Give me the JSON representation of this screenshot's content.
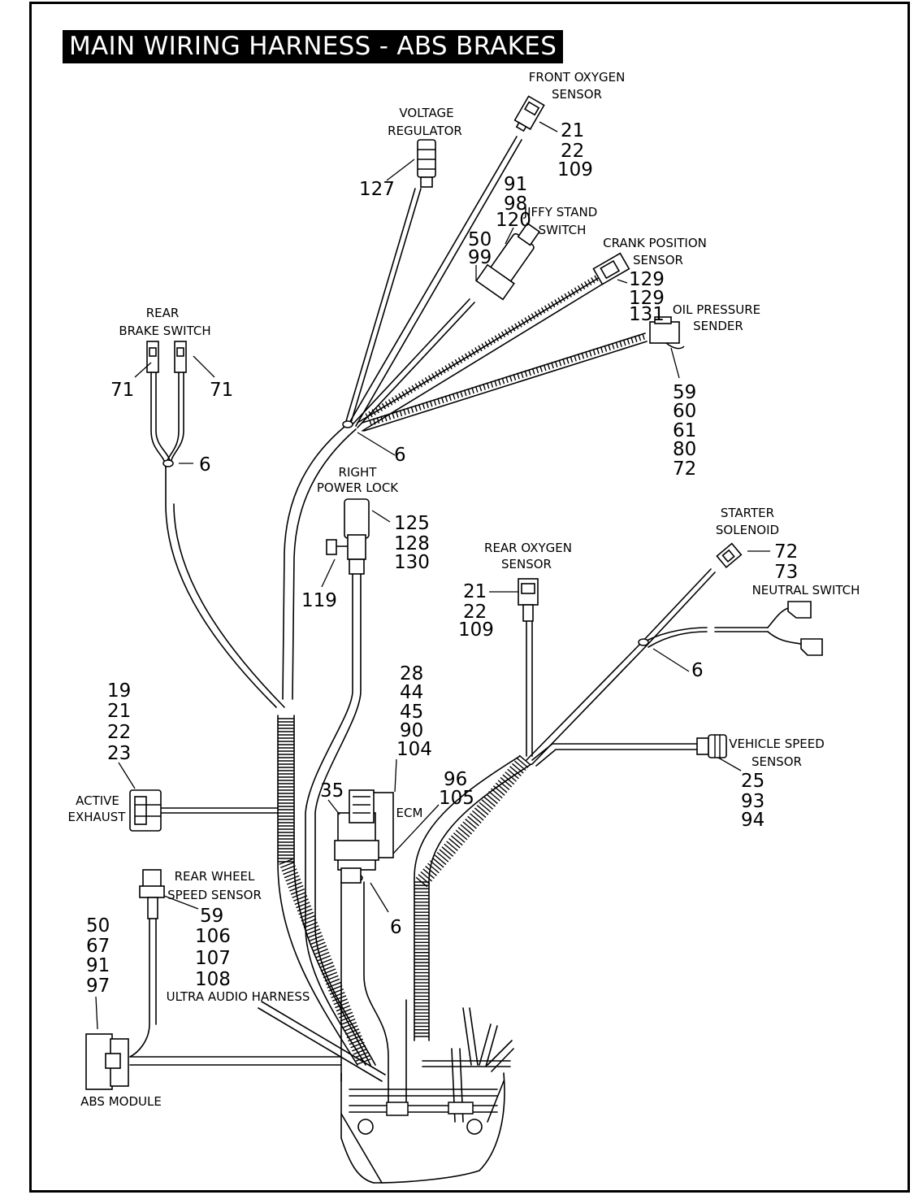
{
  "title": "MAIN WIRING HARNESS - ABS BRAKES",
  "components": [
    {
      "id": "front-oxygen-sensor",
      "name": [
        "FRONT OXYGEN",
        "SENSOR"
      ],
      "refs": [
        "21",
        "22",
        "109"
      ]
    },
    {
      "id": "voltage-regulator",
      "name": [
        "VOLTAGE",
        "REGULATOR"
      ],
      "refs": [
        "127"
      ]
    },
    {
      "id": "jiffy-stand-switch",
      "name": [
        "JIFFY STAND",
        "SWITCH"
      ],
      "refs": [
        "91",
        "98",
        "120"
      ],
      "refs_b": [
        "50",
        "99"
      ]
    },
    {
      "id": "crank-position-sensor",
      "name": [
        "CRANK POSITION",
        "SENSOR"
      ],
      "refs": [
        "129",
        "129",
        "131"
      ]
    },
    {
      "id": "oil-pressure-sender",
      "name": [
        "OIL PRESSURE",
        "SENDER"
      ],
      "refs": [
        "59",
        "60",
        "61",
        "80",
        "72"
      ]
    },
    {
      "id": "rear-brake-switch",
      "name": [
        "REAR",
        "BRAKE SWITCH"
      ],
      "refs": [
        "71"
      ],
      "refs_b": [
        "71"
      ]
    },
    {
      "id": "right-power-lock",
      "name": [
        "RIGHT",
        "POWER LOCK"
      ],
      "refs": [
        "125",
        "128",
        "130"
      ],
      "refs_b": [
        "119"
      ]
    },
    {
      "id": "rear-oxygen-sensor",
      "name": [
        "REAR OXYGEN",
        "SENSOR"
      ],
      "refs": [
        "21",
        "22",
        "109"
      ]
    },
    {
      "id": "starter-solenoid",
      "name": [
        "STARTER",
        "SOLENOID"
      ],
      "refs": [
        "72",
        "73"
      ]
    },
    {
      "id": "neutral-switch",
      "name": [
        "NEUTRAL SWITCH"
      ],
      "refs": []
    },
    {
      "id": "active-exhaust",
      "name": [
        "ACTIVE",
        "EXHAUST"
      ],
      "refs": [
        "19",
        "21",
        "22",
        "23"
      ]
    },
    {
      "id": "ecm",
      "name": [
        "ECM"
      ],
      "refs": [
        "28",
        "44",
        "45",
        "90",
        "104"
      ],
      "refs_b": [
        "96",
        "105"
      ],
      "refs_c": [
        "35"
      ]
    },
    {
      "id": "vehicle-speed-sensor",
      "name": [
        "VEHICLE SPEED",
        "SENSOR"
      ],
      "refs": [
        "25",
        "93",
        "94"
      ]
    },
    {
      "id": "rear-wheel-speed-sensor",
      "name": [
        "REAR WHEEL",
        "SPEED SENSOR"
      ],
      "refs": [
        "59",
        "106",
        "107",
        "108"
      ]
    },
    {
      "id": "abs-module",
      "name": [
        "ABS MODULE"
      ],
      "refs": [
        "50",
        "67",
        "91",
        "97"
      ]
    },
    {
      "id": "ultra-audio-harness",
      "name": [
        "ULTRA AUDIO HARNESS"
      ],
      "refs": []
    }
  ],
  "clip_refs": [
    "6",
    "6",
    "6",
    "6"
  ]
}
